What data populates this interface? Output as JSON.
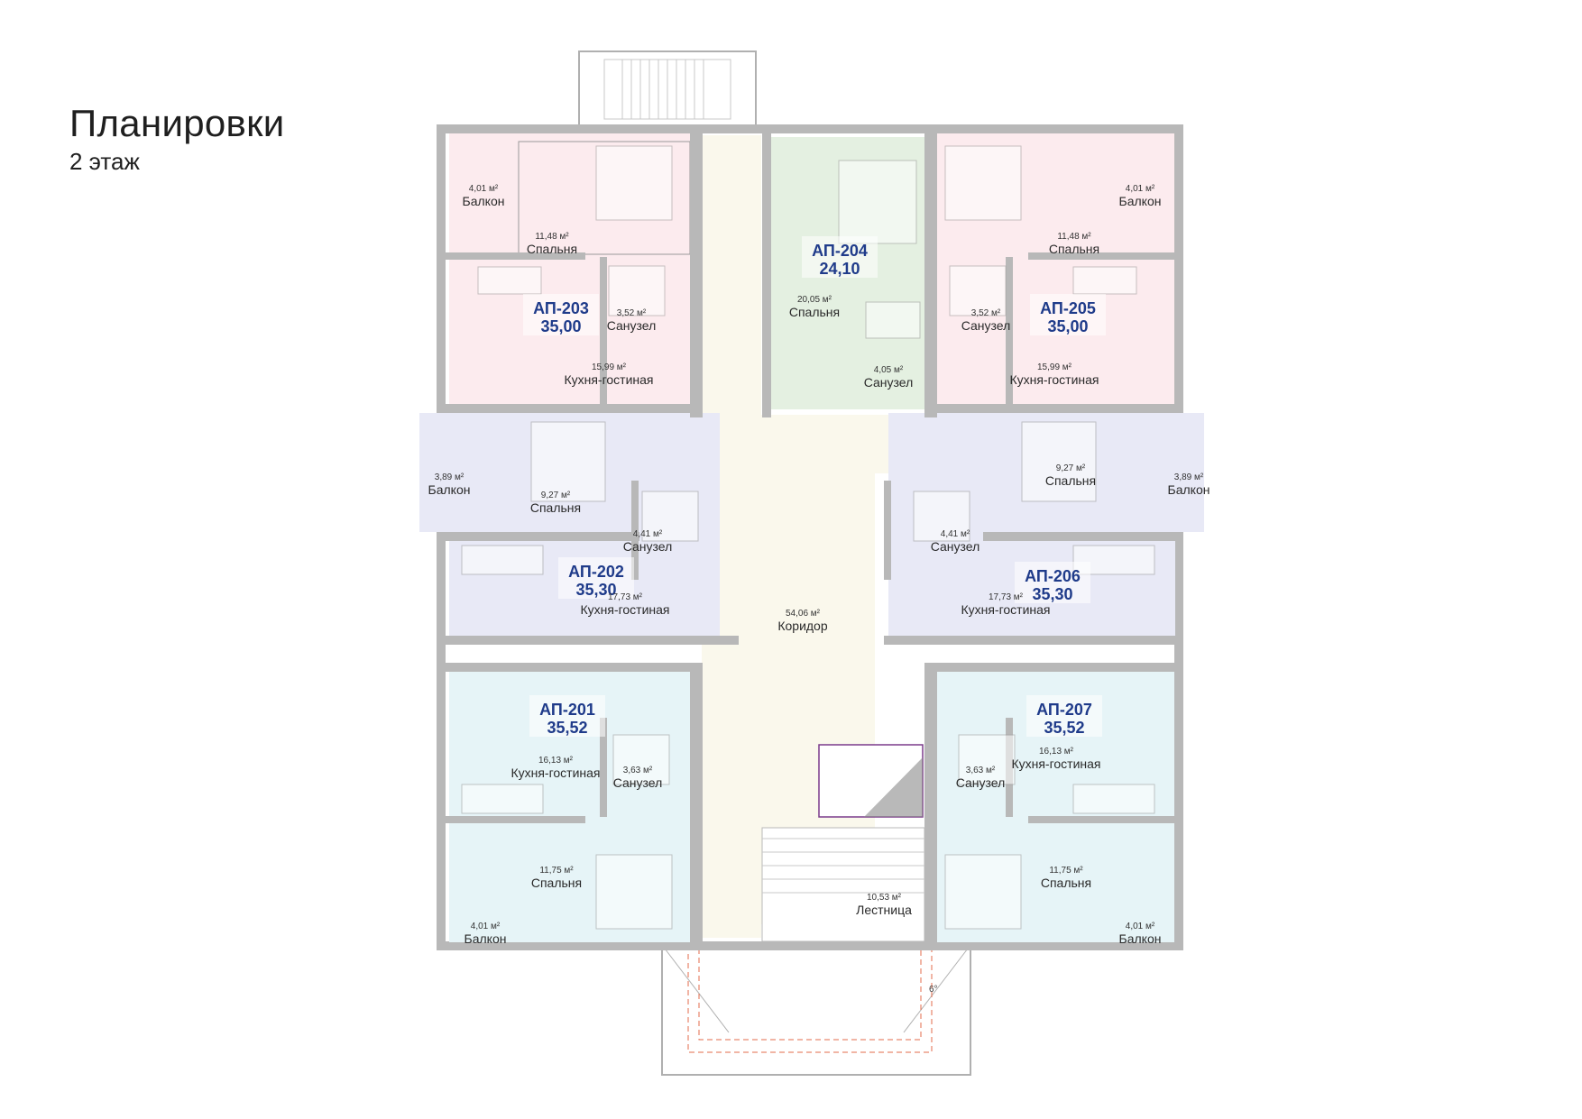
{
  "header": {
    "title": "Планировки",
    "subtitle": "2 этаж"
  },
  "colors": {
    "pink": "#fcebee",
    "green": "#e4f0e1",
    "lavender": "#e8e9f6",
    "cyan": "#e6f4f7",
    "corridor": "#faf8ec",
    "label": "#1f3b8a",
    "wall": "#b8b8b8"
  },
  "apartments": [
    {
      "id": "АП-203",
      "area": "35,00"
    },
    {
      "id": "АП-204",
      "area": "24,10"
    },
    {
      "id": "АП-205",
      "area": "35,00"
    },
    {
      "id": "АП-202",
      "area": "35,30"
    },
    {
      "id": "АП-206",
      "area": "35,30"
    },
    {
      "id": "АП-201",
      "area": "35,52"
    },
    {
      "id": "АП-207",
      "area": "35,52"
    }
  ],
  "rooms": [
    {
      "area": "4,01 м²",
      "name": "Балкон"
    },
    {
      "area": "11,48 м²",
      "name": "Спальня"
    },
    {
      "area": "3,52 м²",
      "name": "Санузел"
    },
    {
      "area": "15,99 м²",
      "name": "Кухня-гостиная"
    },
    {
      "area": "20,05 м²",
      "name": "Спальня"
    },
    {
      "area": "4,05 м²",
      "name": "Санузел"
    },
    {
      "area": "4,01 м²",
      "name": "Балкон"
    },
    {
      "area": "11,48 м²",
      "name": "Спальня"
    },
    {
      "area": "3,52 м²",
      "name": "Санузел"
    },
    {
      "area": "15,99 м²",
      "name": "Кухня-гостиная"
    },
    {
      "area": "3,89 м²",
      "name": "Балкон"
    },
    {
      "area": "9,27 м²",
      "name": "Спальня"
    },
    {
      "area": "4,41 м²",
      "name": "Санузел"
    },
    {
      "area": "17,73 м²",
      "name": "Кухня-гостиная"
    },
    {
      "area": "54,06 м²",
      "name": "Коридор"
    },
    {
      "area": "9,27 м²",
      "name": "Спальня"
    },
    {
      "area": "3,89 м²",
      "name": "Балкон"
    },
    {
      "area": "4,41 м²",
      "name": "Санузел"
    },
    {
      "area": "17,73 м²",
      "name": "Кухня-гостиная"
    },
    {
      "area": "16,13 м²",
      "name": "Кухня-гостиная"
    },
    {
      "area": "3,63 м²",
      "name": "Санузел"
    },
    {
      "area": "3,63 м²",
      "name": "Санузел"
    },
    {
      "area": "16,13 м²",
      "name": "Кухня-гостиная"
    },
    {
      "area": "11,75 м²",
      "name": "Спальня"
    },
    {
      "area": "4,01 м²",
      "name": "Балкон"
    },
    {
      "area": "10,53 м²",
      "name": "Лестница"
    },
    {
      "area": "11,75 м²",
      "name": "Спальня"
    },
    {
      "area": "4,01 м²",
      "name": "Балкон"
    }
  ],
  "annotations": {
    "roof_angle": "6°"
  }
}
